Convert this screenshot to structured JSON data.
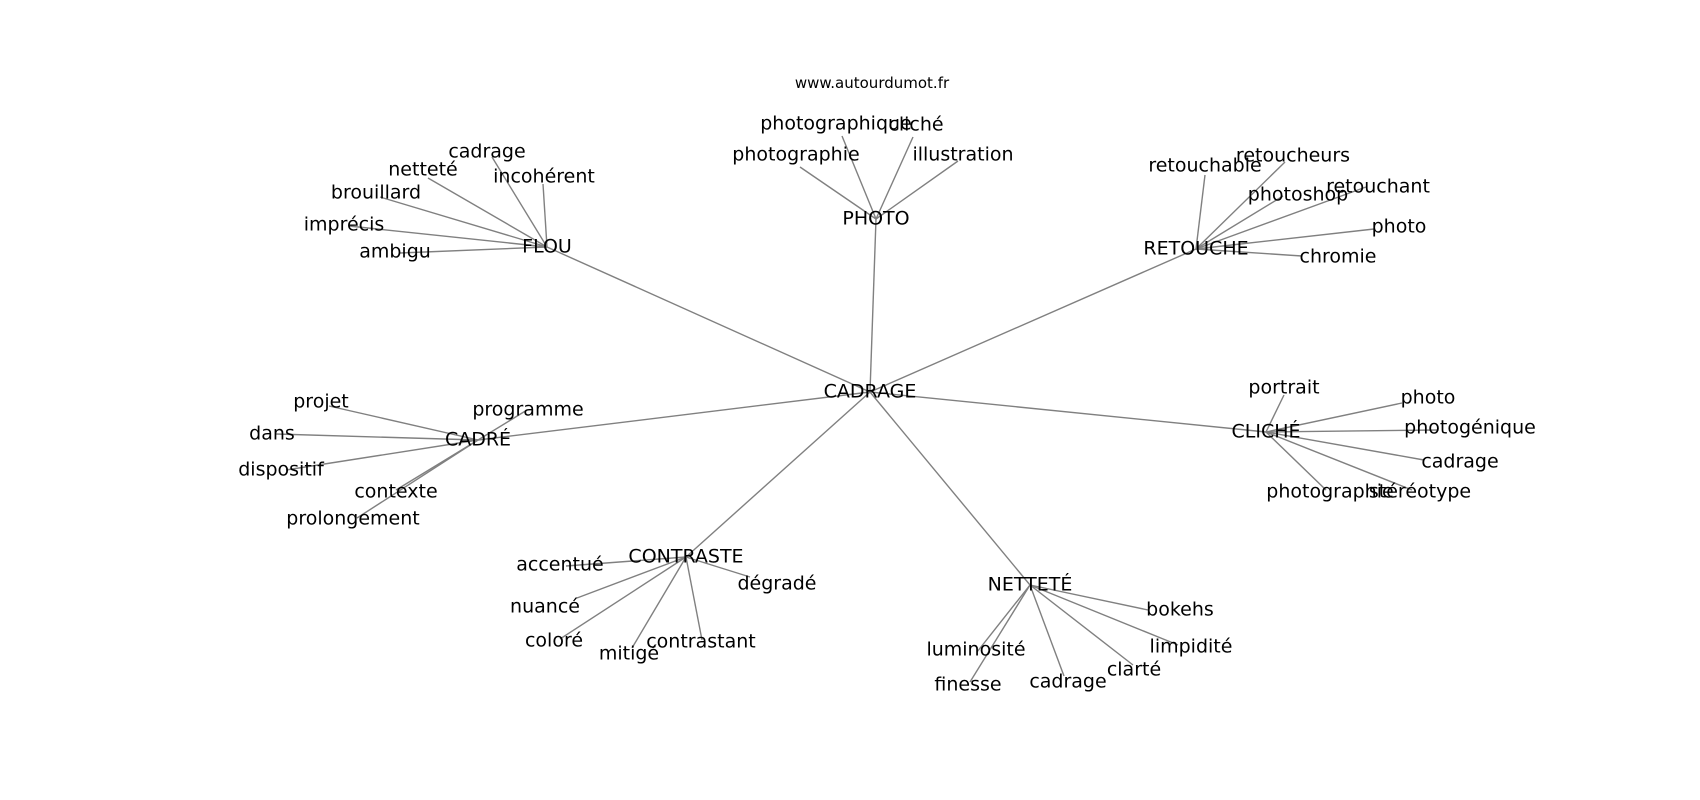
{
  "credit": "www.autourdumot.fr",
  "center": "CADRAGE",
  "hubs": [
    {
      "key": "photo",
      "label": "PHOTO",
      "words": [
        "photographique",
        "cliché",
        "photographie",
        "illustration"
      ]
    },
    {
      "key": "retouche",
      "label": "RETOUCHE",
      "words": [
        "retoucheurs",
        "retouchable",
        "retouchant",
        "photoshop",
        "photo",
        "chromie"
      ]
    },
    {
      "key": "cliche",
      "label": "CLICHÉ",
      "words": [
        "portrait",
        "photo",
        "photogénique",
        "cadrage",
        "photographie",
        "stéréotype"
      ]
    },
    {
      "key": "nettete",
      "label": "NETTETÉ",
      "words": [
        "bokehs",
        "limpidité",
        "clarté",
        "cadrage",
        "finesse",
        "luminosité"
      ]
    },
    {
      "key": "contraste",
      "label": "CONTRASTE",
      "words": [
        "accentué",
        "dégradé",
        "nuancé",
        "coloré",
        "mitigé",
        "contrastant"
      ]
    },
    {
      "key": "cadre",
      "label": "CADRÉ",
      "words": [
        "projet",
        "programme",
        "dans",
        "dispositif",
        "contexte",
        "prolongement"
      ]
    },
    {
      "key": "flou",
      "label": "FLOU",
      "words": [
        "cadrage",
        "netteté",
        "incohérent",
        "brouillard",
        "imprécis",
        "ambigu"
      ]
    }
  ]
}
